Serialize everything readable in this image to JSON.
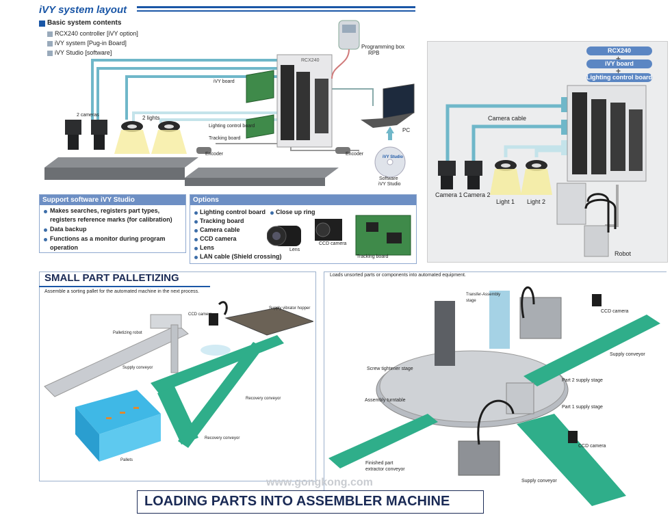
{
  "top": {
    "title": "iVY system layout",
    "basic_title": "Basic system contents",
    "basic_items": [
      "RCX240 controller [iVY option]",
      "iVY system [Pug-in Board]",
      "iVY Studio [software]"
    ],
    "labels": {
      "programming_box": "Programming box",
      "rpb": "RPB",
      "controller": "RCX240",
      "ivy_board": "iVY board",
      "lighting_board": "Lighting control board",
      "tracking_board": "Tracking board",
      "two_cameras": "2 cameras",
      "two_lights": "2 lights",
      "encoder1": "Encoder",
      "encoder2": "Encoder",
      "pc": "PC",
      "software_line1": "Software",
      "software_line2": "iVY Studio",
      "cd_label": "iVY Studio"
    }
  },
  "support": {
    "title": "Support software iVY Studio",
    "items": [
      "Makes searches, registers part types,",
      "registers reference marks (for calibration)",
      "Data backup",
      "Functions as a monitor during program",
      "operation"
    ]
  },
  "options": {
    "title": "Options",
    "items": [
      "Lighting control board",
      "Tracking board",
      "Camera cable",
      "CCD camera",
      "Lens",
      "LAN cable (Shield crossing)"
    ],
    "close_up": "Close up ring",
    "lens_label": "Lens",
    "ccd_label": "CCD camera",
    "tracking_label": "Tracking board"
  },
  "right_top": {
    "badges": [
      "RCX240",
      "iVY board",
      "Lighting control board"
    ],
    "controller": "RCX240",
    "camera_cable": "Camera cable",
    "camera1": "Camera 1",
    "camera2": "Camera 2",
    "light1": "Light 1",
    "light2": "Light 2",
    "robot": "Robot"
  },
  "palletizing": {
    "title": "SMALL PART PALLETIZING",
    "subtitle": "Assemble a sorting pallet for the automated machine in the next process.",
    "ccd_camera": "CCD camera",
    "hopper": "Supply vibrator hopper",
    "robot": "Palletizing robot",
    "supply_conveyor": "Supply conveyor",
    "recovery1": "Recovery conveyor",
    "recovery2": "Recovery conveyor",
    "pallets": "Pallets"
  },
  "assembler": {
    "subtitle": "Loads unsorted parts or components into automated equipment.",
    "transfer": "Transfer-Assembly",
    "transfer2": "stage",
    "ccd_top": "CCD camera",
    "supply_conveyor_top": "Supply conveyor",
    "screw": "Screw tightener stage",
    "part2": "Part 2 supply stage",
    "turntable": "Assembly turntable",
    "part1": "Part 1 supply stage",
    "finished1": "Finished part",
    "finished2": "extractor conveyor",
    "ccd_bottom": "CCD camera",
    "supply_conveyor_bottom": "Supply conveyor",
    "title": "LOADING PARTS INTO ASSEMBLER MACHINE"
  },
  "watermark": "www.gongkong.com",
  "colors": {
    "brand_blue": "#1a56a6",
    "panel_blue": "#6d8fc4",
    "cable": "#6fb7c9",
    "conveyor_green": "#2fae8a"
  }
}
